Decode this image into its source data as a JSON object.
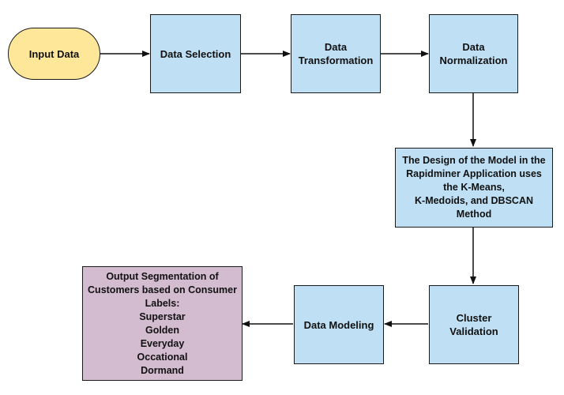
{
  "colors": {
    "process_fill": "#bfe0f4",
    "terminal_fill": "#ffe79a",
    "output_fill": "#d3bcd0",
    "stroke": "#1a1a1a"
  },
  "nodes": {
    "input": {
      "lines": [
        "Input Data"
      ]
    },
    "selection": {
      "lines": [
        "Data Selection"
      ]
    },
    "transformation": {
      "lines": [
        "Data",
        "Transformation"
      ]
    },
    "normalization": {
      "lines": [
        "Data",
        "Normalization"
      ]
    },
    "design": {
      "lines": [
        "The Design of the Model in the",
        "Rapidminer Application uses",
        "the K-Means,",
        "K-Medoids, and DBSCAN",
        "Method"
      ]
    },
    "validation": {
      "lines": [
        "Cluster",
        "Validation"
      ]
    },
    "modeling": {
      "lines": [
        "Data Modeling"
      ]
    },
    "output": {
      "lines": [
        "Output Segmentation of",
        "Customers based on Consumer",
        "Labels:",
        "Superstar",
        "Golden",
        "Everyday",
        "Occational",
        "Dormand"
      ]
    }
  }
}
